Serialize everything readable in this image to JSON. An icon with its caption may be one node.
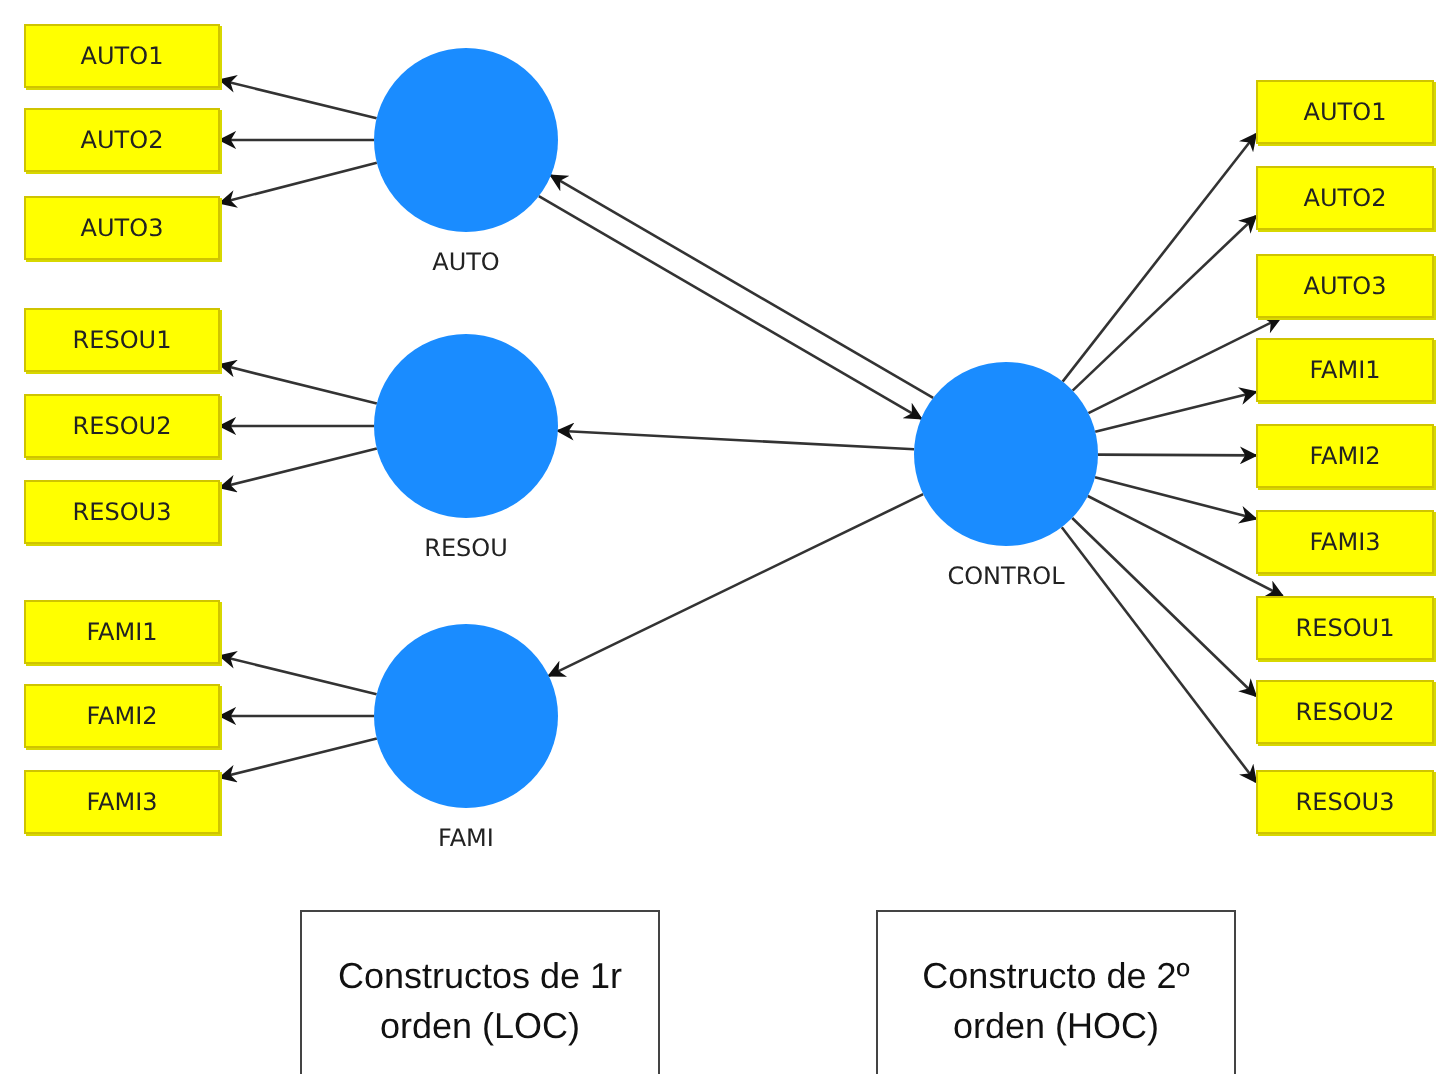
{
  "diagram": {
    "nodes": [
      {
        "text": [
          "AUTO1"
        ]
      },
      {
        "text": [
          "AUTO2"
        ]
      },
      {
        "text": [
          "AUTO3"
        ]
      },
      {
        "text": [
          "AUTO"
        ]
      },
      {
        "text": [
          "RESOU1"
        ]
      },
      {
        "text": [
          "RESOU2"
        ]
      },
      {
        "text": [
          "RESOU3"
        ]
      },
      {
        "text": [
          "RESOU"
        ]
      },
      {
        "text": [
          "FAMI1"
        ]
      },
      {
        "text": [
          "FAMI2"
        ]
      },
      {
        "text": [
          "FAMI3"
        ]
      },
      {
        "text": [
          "FAMI"
        ]
      },
      {
        "text": [
          "CONTROL"
        ]
      },
      {
        "text": [
          "AUTO1"
        ]
      },
      {
        "text": [
          "AUTO2"
        ]
      },
      {
        "text": [
          "AUTO3"
        ]
      },
      {
        "text": [
          "FAMI1"
        ]
      },
      {
        "text": [
          "FAMI2"
        ]
      },
      {
        "text": [
          "FAMI3"
        ]
      },
      {
        "text": [
          "RESOU1"
        ]
      },
      {
        "text": [
          "RESOU2"
        ]
      },
      {
        "text": [
          "RESOU3"
        ]
      },
      {
        "text": [
          "Constructos de 1r orden (LOC)"
        ]
      },
      {
        "text": [
          "Constructo de 2º orden (HOC)"
        ]
      }
    ],
    "edges": [
      {
        "from": 3,
        "to": 0,
        "arrow": "to"
      },
      {
        "from": 3,
        "to": 1,
        "arrow": "to"
      },
      {
        "from": 3,
        "to": 2,
        "arrow": "to"
      },
      {
        "from": 7,
        "to": 4,
        "arrow": "to"
      },
      {
        "from": 7,
        "to": 5,
        "arrow": "to"
      },
      {
        "from": 7,
        "to": 6,
        "arrow": "to"
      },
      {
        "from": 11,
        "to": 8,
        "arrow": "to"
      },
      {
        "from": 11,
        "to": 9,
        "arrow": "to"
      },
      {
        "from": 11,
        "to": 10,
        "arrow": "to"
      },
      {
        "from": 12,
        "to": 3,
        "arrow": "to"
      },
      {
        "from": 3,
        "to": 12,
        "arrow": "to"
      },
      {
        "from": 12,
        "to": 7,
        "arrow": "to"
      },
      {
        "from": 12,
        "to": 11,
        "arrow": "to"
      },
      {
        "from": 12,
        "to": 13,
        "arrow": "to"
      },
      {
        "from": 12,
        "to": 14,
        "arrow": "to"
      },
      {
        "from": 12,
        "to": 15,
        "arrow": "to"
      },
      {
        "from": 12,
        "to": 16,
        "arrow": "to"
      },
      {
        "from": 12,
        "to": 17,
        "arrow": "to"
      },
      {
        "from": 12,
        "to": 18,
        "arrow": "to"
      },
      {
        "from": 12,
        "to": 19,
        "arrow": "to"
      },
      {
        "from": 12,
        "to": 20,
        "arrow": "to"
      },
      {
        "from": 12,
        "to": 21,
        "arrow": "to"
      }
    ]
  }
}
